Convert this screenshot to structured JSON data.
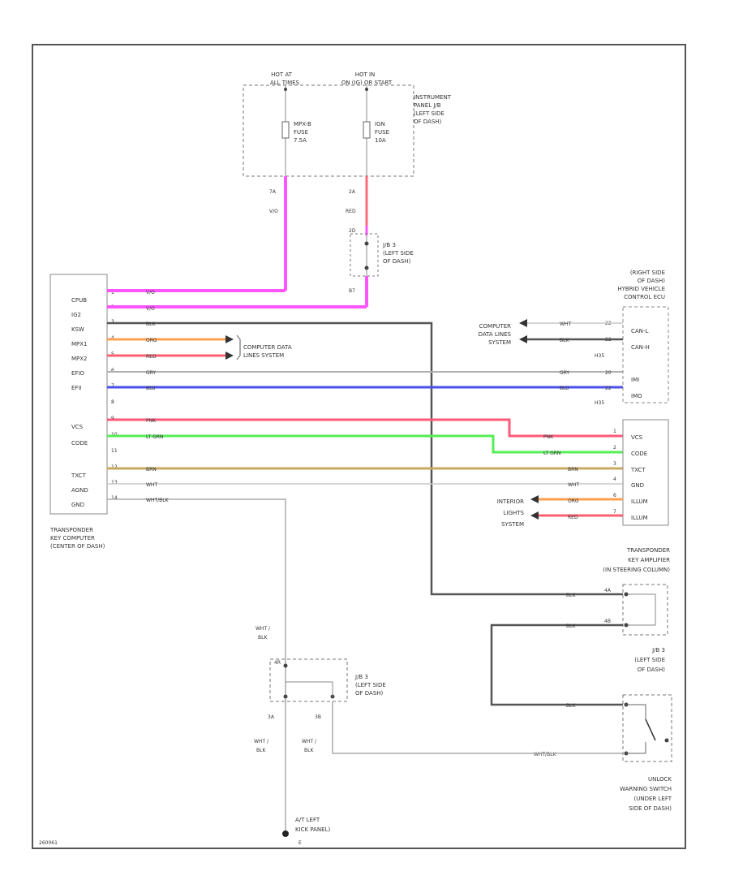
{
  "fuse_box": {
    "hot_at_all_times": [
      "HOT AT",
      "ALL TIMES"
    ],
    "hot_in_on": [
      "HOT IN",
      "ON (IG) OR START"
    ],
    "fuse_a": [
      "MPX-B",
      "FUSE",
      "7.5A"
    ],
    "fuse_b": [
      "IGN",
      "FUSE",
      "10A"
    ],
    "panel_label": [
      "INSTRUMENT",
      "PANEL J/B",
      "(LEFT SIDE",
      "OF DASH)"
    ],
    "pin_a": "7A",
    "wire_a": "V/O",
    "pin_b": "2A",
    "wire_b": "RED"
  },
  "jb1": {
    "pin_top": "2D",
    "label": [
      "J/B 3",
      "(LEFT SIDE",
      "OF DASH)"
    ],
    "pin_bottom": "B7"
  },
  "tkc": {
    "pins": [
      "CPUB",
      "IG2",
      "KSW",
      "MPX1",
      "MPX2",
      "EFIO",
      "EFII",
      "",
      "VCS",
      "CODE",
      "",
      "TXCT",
      "AGND",
      "GND"
    ],
    "pin_numbers": [
      "1",
      "2",
      "3",
      "4",
      "5",
      "6",
      "7",
      "8",
      "9",
      "10",
      "11",
      "12",
      "13",
      "14"
    ],
    "label": [
      "TRANSPONDER",
      "KEY COMPUTER",
      "(CENTER OF DASH)"
    ]
  },
  "wires": {
    "cpub": "V/O",
    "ig2": "V/O",
    "ksw": "BLK",
    "mpx1": "ORG",
    "mpx2": "RED",
    "efio": "GRY",
    "efii": "BLU",
    "vcs": "PNK",
    "code": "LT GRN",
    "txct": "BRN",
    "agnd": "WHT",
    "gnd": "WHT/BLK"
  },
  "computer_data_lines": [
    "COMPUTER DATA",
    "LINES SYSTEM"
  ],
  "hvc": {
    "label": [
      "(RIGHT SIDE",
      "OF DASH)",
      "HYBRID VEHICLE",
      "CONTROL ECU"
    ],
    "pins": [
      "CAN-L",
      "CAN-H",
      "IMI",
      "IMO"
    ],
    "connector_a": "H35",
    "connector_b": "H35",
    "pin_numbers": [
      "22",
      "22",
      "20",
      "22"
    ],
    "wire_top1": "WHT",
    "wire_top2": "BLK",
    "wire_gry": "GRY",
    "wire_blu": "BLU",
    "cdl_label": [
      "COMPUTER",
      "DATA LINES",
      "SYSTEM"
    ]
  },
  "amplifier": {
    "pins": [
      "VCS",
      "CODE",
      "TXCT",
      "GND",
      "ILLUM",
      "ILLUM"
    ],
    "label": [
      "TRANSPONDER",
      "KEY AMPLIFIER",
      "(IN STEERING COLUMN)"
    ],
    "wire_pnk": "PNK",
    "wire_ltgrn": "LT GRN",
    "wire_brn": "BRN",
    "wire_wht": "WHT",
    "pin_numbers": [
      "1",
      "2",
      "3",
      "4",
      "6",
      "7"
    ],
    "illum_wire_a": "ORG",
    "illum_wire_b": "RED",
    "interior_label": [
      "INTERIOR",
      "LIGHTS",
      "SYSTEM"
    ]
  },
  "jb2": {
    "wire_in": "BLK",
    "wire_out": "BLK",
    "pins": [
      "4A",
      "4B"
    ],
    "label": [
      "J/B 3",
      "(LEFT SIDE",
      "OF DASH)"
    ]
  },
  "jb3": {
    "wire_top": [
      "WHT /",
      "BLK"
    ],
    "pin_top": "4R",
    "label": [
      "J/B 3",
      "(LEFT SIDE",
      "OF DASH)"
    ],
    "pin_left": "3A",
    "pin_right": "3B",
    "wire_left": [
      "WHT /",
      "BLK"
    ],
    "wire_right": [
      "WHT /",
      "BLK"
    ]
  },
  "unlock_switch": {
    "wire_top": "BLK",
    "wire_bottom": "WHT/BLK",
    "label": [
      "UNLOCK",
      "WARNING SWITCH",
      "(UNDER LEFT",
      "SIDE OF DASH)"
    ]
  },
  "ground": {
    "label": [
      "A/T LEFT",
      "KICK PANEL)"
    ],
    "pin": "E"
  },
  "footer_code": "260061"
}
